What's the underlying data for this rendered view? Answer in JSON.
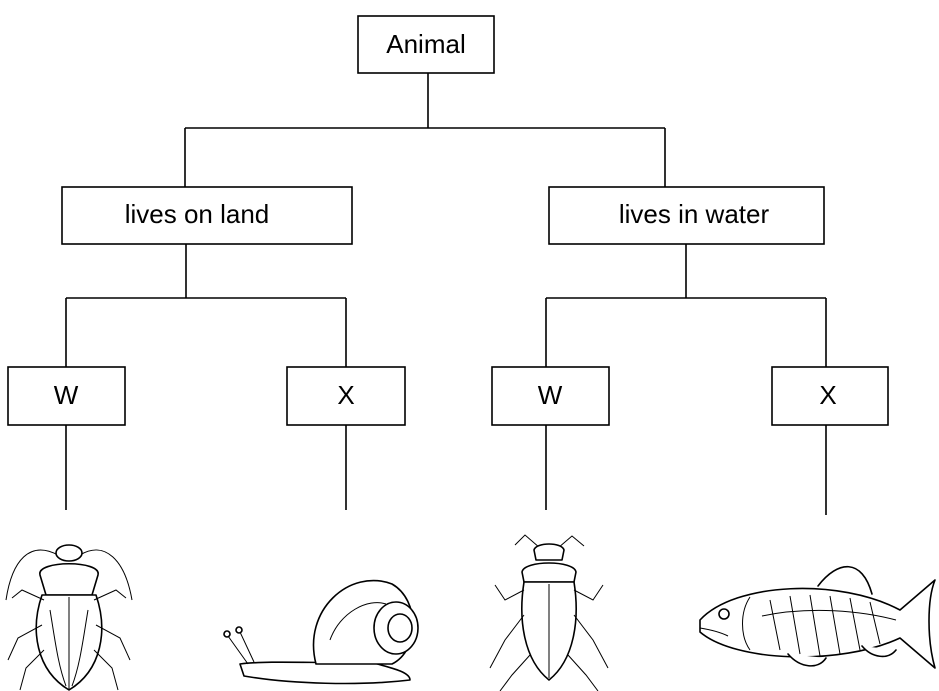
{
  "diagram": {
    "root": {
      "label": "Animal"
    },
    "habitats": [
      {
        "label": "lives on land"
      },
      {
        "label": "lives in water"
      }
    ],
    "groups": [
      {
        "label": "W",
        "animal_icon": "cockroach-icon"
      },
      {
        "label": "X",
        "animal_icon": "snail-icon"
      },
      {
        "label": "W",
        "animal_icon": "water-beetle-icon"
      },
      {
        "label": "X",
        "animal_icon": "fish-icon"
      }
    ]
  }
}
